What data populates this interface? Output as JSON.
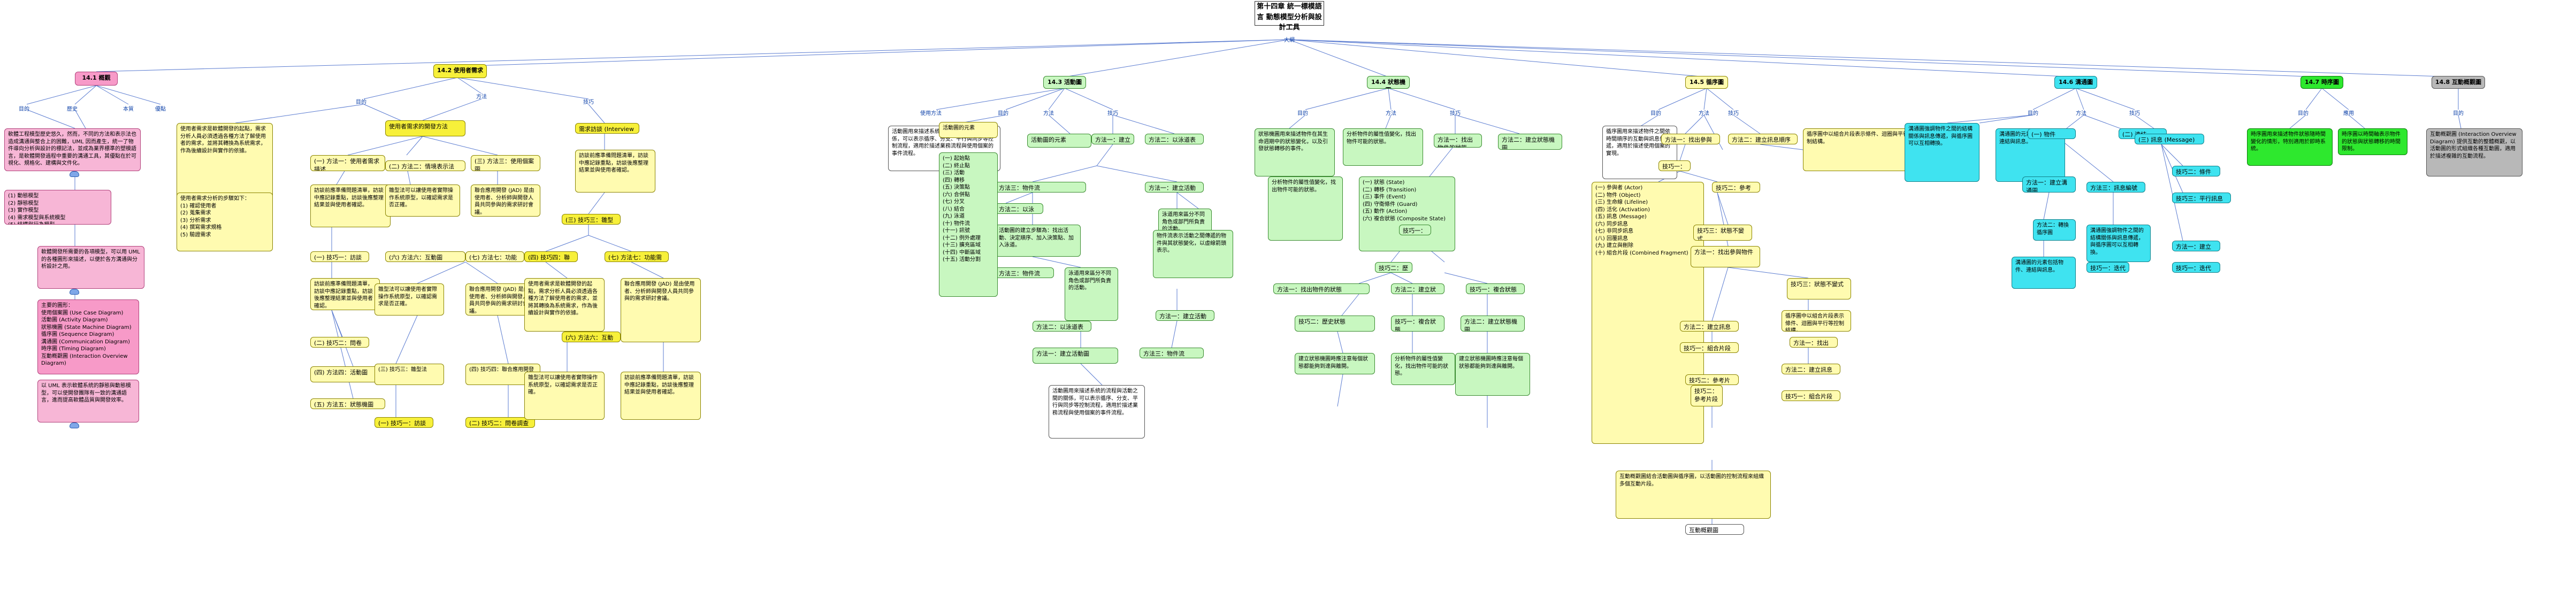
{
  "title": "第十四章 統一標模語言\n動態模型分析與設計工具",
  "root_label": "大綱",
  "branches": {
    "b141": {
      "title": "14.1 概觀",
      "labels": [
        "目的",
        "歷史",
        "本質",
        "優點"
      ],
      "overview": "軟體工程模型歷史悠久，然而，不同的方法和表示法也造成溝通與整合上的困難，UML 因而產生，統一了物件導向分析與設計的標記法，並成為業界標準的塑模語言，是軟體開發過程中重要的溝通工具，其優點在於可視化、規格化、建構與文件化。",
      "list": "(1) 動態模型\n(2) 靜態模型\n(3) 實作模型\n(4) 需求模型與系統模型\n(5) 結構與行為模型",
      "p2": "軟體開發所需要的各項模型，可以用 UML 的各種圖形來描述，以便於各方溝通與分析設計之用。",
      "diagrams": "主要的圖形：\n使用個案圖 (Use Case Diagram)\n活動圖 (Activity Diagram)\n狀態機圖 (State Machine Diagram)\n循序圖 (Sequence Diagram)\n溝通圖 (Communication Diagram)\n時序圖 (Timing Diagram)\n互動概觀圖 (Interaction Overview Diagram)",
      "p3": "以 UML 表示軟體系統的靜態與動態模型，可以使開發團隊有一致的溝通語言，進而提高軟體品質與開發效率。"
    },
    "b142": {
      "title": "14.2 使用者需求",
      "labels": [
        "目的",
        "方法",
        "技巧"
      ],
      "intro": "使用者需求是軟體開發的起點，需求分析人員必須透過各種方法了解使用者的需求，並將其轉換為系統需求，作為後續設計與實作的依據。",
      "steps": "使用者需求分析的步驟如下：\n(1) 確認使用者\n(2) 蒐集需求\n(3) 分析需求\n(4) 撰寫需求規格\n(5) 驗證需求",
      "sub1": "使用者需求的開發方法",
      "sub2": "需求訪談 (Interview Analysis)",
      "m1": "(一) 方法一：使用者需求描述\n以文字描述使用者需求",
      "m2": "(二) 方法二：情境表示法",
      "m3": "(三) 方法三：使用個案圖",
      "m4": "(四) 方法四：活動圖",
      "m5": "(五) 方法五：狀態機圖",
      "m6": "(六) 方法六：互動圖",
      "m7": "(七) 方法七：功能需求規格",
      "tech1": "(一) 技巧一：訪談與觀察",
      "tech2": "(二) 技巧二：問卷調查",
      "tech3": "(三) 技巧三：雛型法",
      "tech4": "(四) 技巧四：聯合應用開發",
      "note1": "訪談前應準備問題清單，訪談中應記錄重點，訪談後應整理結果並與使用者確認。",
      "note2": "雛型法可以讓使用者實際操作系統原型，以確認需求是否正確。",
      "note3": "聯合應用開發 (JAD) 是由使用者、分析師與開發人員共同參與的需求研討會議。"
    },
    "b143": {
      "title": "14.3 活動圖",
      "labels": [
        "使用方法",
        "目的",
        "方法",
        "技巧"
      ],
      "intro": "活動圖用來描述系統的流程與活動之間的關係，可以表示循序、分支、平行與同步等控制流程，適用於描述業務流程與使用個案的事件流程。",
      "def": "活動圖的元素",
      "symbols": "(一) 起始點\n(二) 終止點\n(三) 活動\n(四) 轉移\n(五) 決策點\n(六) 合併點\n(七) 分叉\n(八) 結合\n(九) 泳道\n(十) 物件流\n(十一) 訊號\n(十二) 例外處理\n(十三) 擴充區域\n(十四) 中斷區域\n(十五) 活動分割",
      "s1": "方法一：建立活動圖",
      "s2": "方法二：以泳道表示責任",
      "s3": "方法三：物件流",
      "n1": "活動圖的建立步驟為：找出活動、決定順序、加入決策點、加入泳道。",
      "n2": "泳道用來區分不同角色或部門所負責的活動。",
      "n3": "物件流表示活動之間傳遞的物件與其狀態變化，以虛線箭頭表示。"
    },
    "b144": {
      "title": "14.4 狀態機圖",
      "labels": [
        "目的",
        "方法",
        "技巧"
      ],
      "intro": "狀態機圖用來描述物件在其生命週期中的狀態變化，以及引發狀態轉移的事件。",
      "elements": "(一) 狀態 (State)\n(二) 轉移 (Transition)\n(三) 事件 (Event)\n(四) 守衛條件 (Guard)\n(五) 動作 (Action)\n(六) 複合狀態 (Composite State)",
      "m1": "方法一：找出物件的狀態",
      "m2": "方法二：建立狀態機圖",
      "t1": "技巧一：複合狀態",
      "t2": "技巧二：歷史狀態",
      "n1": "分析物件的屬性值變化，找出物件可能的狀態。",
      "n2": "建立狀態機圖時應注意每個狀態都能夠到達與離開。"
    },
    "b145": {
      "title": "14.5 循序圖",
      "labels": [
        "目的",
        "方法",
        "技巧"
      ],
      "intro": "循序圖用來描述物件之間依時間順序的互動與訊息傳遞，適用於描述使用個案的實現。",
      "elements": "(一) 參與者 (Actor)\n(二) 物件 (Object)\n(三) 生命線 (Lifeline)\n(四) 活化 (Activation)\n(五) 訊息 (Message)\n(六) 同步訊息\n(七) 非同步訊息\n(八) 回覆訊息\n(九) 建立與刪除\n(十) 組合片段 (Combined Fragment)",
      "m1": "方法一：找出參與物件",
      "m2": "方法二：建立訊息順序",
      "t1": "技巧一：組合片段",
      "t2": "技巧二：參考片段",
      "t3": "技巧三：狀態不變式",
      "n1": "循序圖中以組合片段表示條件、迴圈與平行等控制結構。",
      "tail": "互動概觀圖",
      "bottom": "互動概觀圖結合活動圖與循序圖，以活動圖的控制流程來組織多個互動片段。"
    },
    "b146": {
      "title": "14.6 溝通圖",
      "labels": [
        "目的",
        "方法",
        "技巧"
      ],
      "intro": "溝通圖強調物件之間的結構關係與訊息傳遞，與循序圖可以互相轉換。",
      "n1": "溝通圖的元素包括物件、連結與訊息。",
      "tag1": "(一) 物件 (Object)",
      "tag2": "(二) 連結 (Link)",
      "tag3": "(三) 訊息 (Message)",
      "m1": "方法一：建立溝通圖",
      "m2": "方法二：轉換循序圖",
      "m3": "方法三：訊息編號",
      "t1": "技巧一：迭代",
      "t2": "技巧二：條件訊息",
      "t3": "技巧三：平行訊息"
    },
    "b147": {
      "title": "14.7 時序圖",
      "labels": [
        "目的",
        "應用"
      ],
      "intro": "時序圖用來描述物件狀態隨時間變化的情形，特別適用於即時系統。",
      "n1": "時序圖以時間軸表示物件的狀態與狀態轉移的時間限制。"
    },
    "b148": {
      "title": "14.8 互動概觀圖",
      "labels": [
        "目的"
      ],
      "intro": "互動概觀圖 (Interaction Overview Diagram) 提供互動的整體概觀，以活動圖的形式組織各種互動圖，適用於描述複雜的互動流程。"
    }
  }
}
